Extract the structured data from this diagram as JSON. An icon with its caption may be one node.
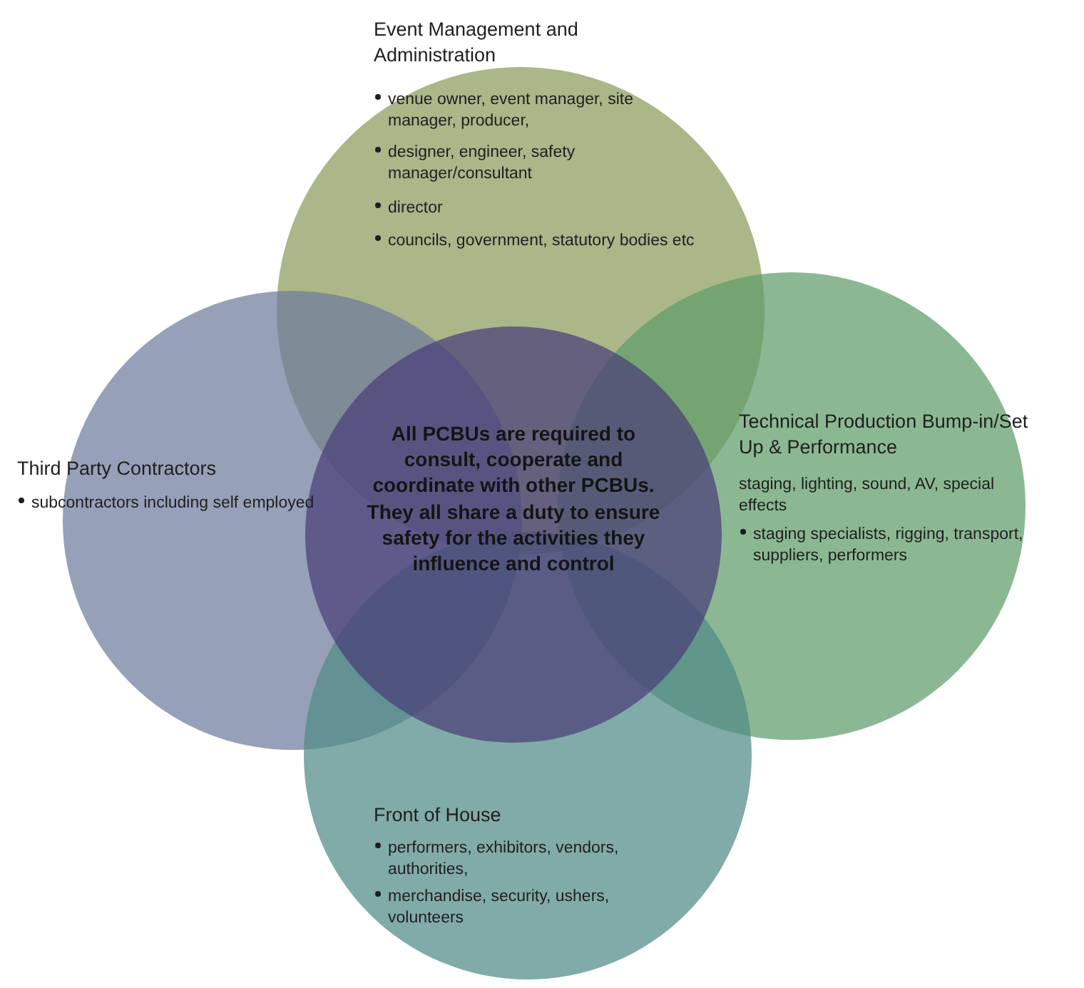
{
  "diagram": {
    "nodes": [
      {
        "text": [
          "Event Management and Administration",
          "venue owner, event manager, site manager, producer,",
          "designer, engineer, safety manager/consultant",
          "director",
          "councils, government, statutory bodies etc"
        ]
      },
      {
        "text": [
          "Third Party Contractors",
          "subcontractors including self employed"
        ]
      },
      {
        "text": [
          "Technical Production Bump-in/Set Up & Performance",
          "staging, lighting, sound, AV, special effects",
          "staging specialists, rigging, transport, suppliers, performers"
        ]
      },
      {
        "text": [
          "Front of House",
          "performers, exhibitors, vendors, authorities,",
          "merchandise, security, ushers, volunteers"
        ]
      },
      {
        "text": [
          "All PCBUs are required to consult, cooperate and coordinate with other PCBUs. They all share a duty to ensure safety for the activities they influence and control"
        ]
      }
    ]
  }
}
